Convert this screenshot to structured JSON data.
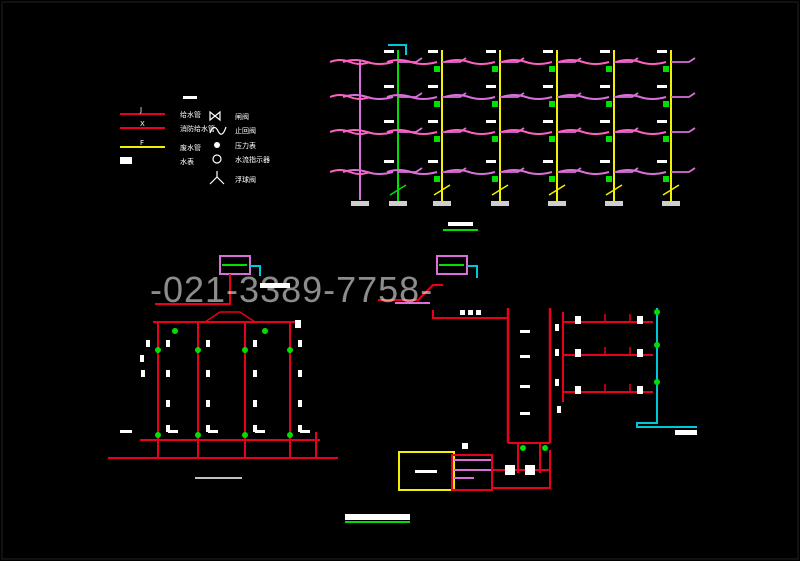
{
  "watermark": "-021-3389-7758-",
  "colors": {
    "background": "#000000",
    "supply_red": "#e8001c",
    "riser_yellow": "#f2f200",
    "riser_green": "#00e000",
    "branch_magenta": "#d96fd9",
    "branch_pink": "#ff5fbf",
    "vent_cyan": "#00c8d8",
    "white": "#ffffff"
  },
  "legend": {
    "items": [
      {
        "line_color": "#e8001c",
        "tag": "J",
        "desc": "给水管"
      },
      {
        "line_color": "#e8001c",
        "tag": "X",
        "desc": "消防给水管"
      },
      {
        "line_color": "#f2f200",
        "tag": "F",
        "desc": "废水管"
      },
      {
        "line_color": "#ffffff",
        "tag": "",
        "desc": "水表"
      }
    ],
    "symbols": [
      {
        "icon": "gate-valve-icon",
        "desc": "闸阀"
      },
      {
        "icon": "check-valve-icon",
        "desc": "止回阀"
      },
      {
        "icon": "pressure-gauge-icon",
        "desc": "压力表"
      },
      {
        "icon": "flow-switch-icon",
        "desc": "水流指示器"
      },
      {
        "icon": "float-valve-icon",
        "desc": "浮球阀"
      }
    ]
  },
  "risers": {
    "count": 6,
    "floors": 4
  }
}
